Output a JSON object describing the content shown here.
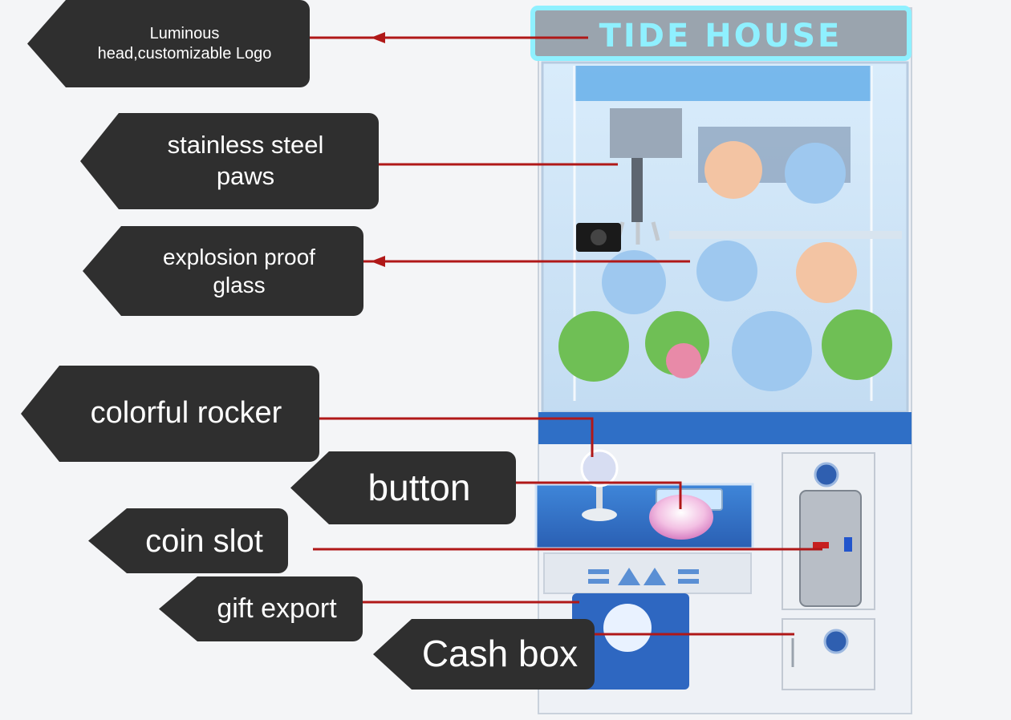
{
  "machine": {
    "brand": "TIDE HOUSE",
    "colors": {
      "cabinet": "#eef1f6",
      "accent_blue": "#2f6fc6",
      "glow": "#8ff0ff",
      "callout_bg": "#2f2f2f",
      "pointer": "#b01818"
    }
  },
  "callouts": {
    "logo": {
      "line1": "Luminous",
      "line2": "head,customizable Logo"
    },
    "paws": {
      "line1": "stainless steel",
      "line2": "paws"
    },
    "glass": {
      "line1": "explosion proof",
      "line2": "glass"
    },
    "rocker": "colorful rocker",
    "button": "button",
    "coin": "coin slot",
    "gift": "gift export",
    "cash": "Cash box"
  }
}
